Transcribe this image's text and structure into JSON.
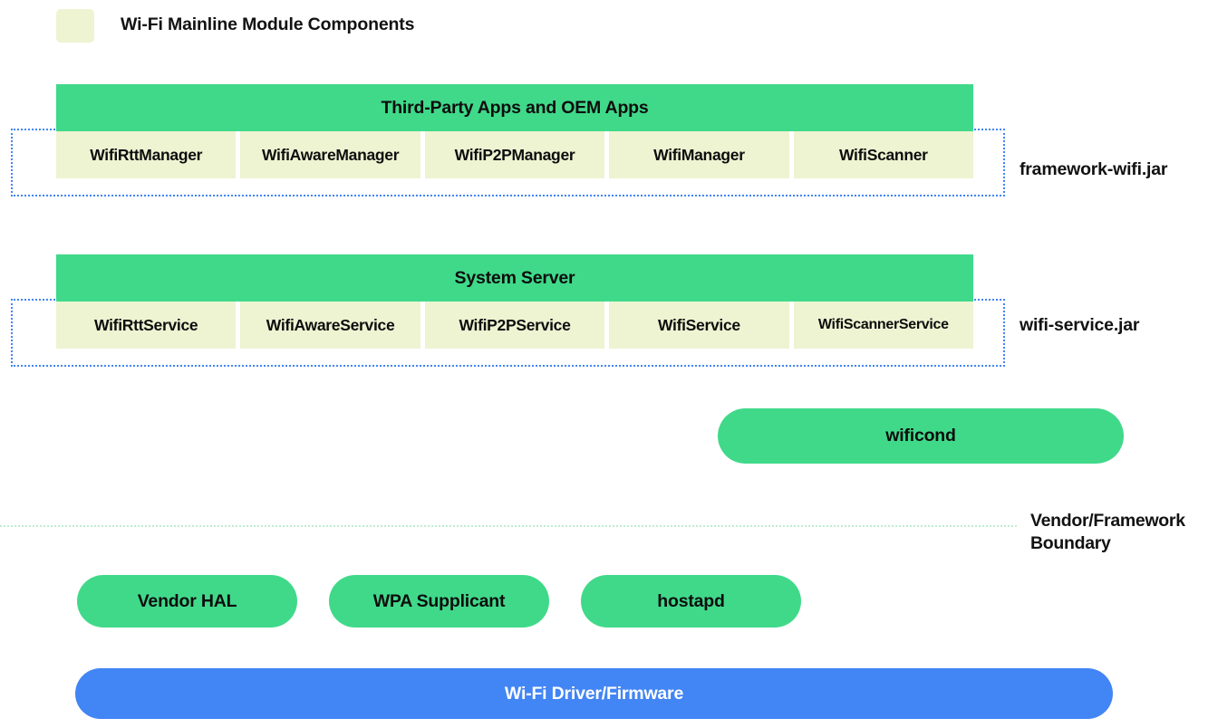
{
  "legend": {
    "swatch_color": "#EEF3D2",
    "label": "Wi-Fi Mainline Module Components"
  },
  "colors": {
    "module_component": "#EEF3D2",
    "green_block": "#40D98A",
    "blue_block": "#4285F4",
    "outline_dotted": "#4285F4",
    "boundary_dotted": "#BFEBD4"
  },
  "layers": {
    "apps": {
      "header": "Third-Party Apps and OEM Apps",
      "tiles": [
        "WifiRttManager",
        "WifiAwareManager",
        "WifiP2PManager",
        "WifiManager",
        "WifiScanner"
      ],
      "jar_label": "framework-wifi.jar"
    },
    "system_server": {
      "header": "System Server",
      "tiles": [
        "WifiRttService",
        "WifiAwareService",
        "WifiP2PService",
        "WifiService",
        "WifiScannerService"
      ],
      "jar_label": "wifi-service.jar"
    }
  },
  "native": {
    "wificond": "wificond"
  },
  "boundary": {
    "label_line1": "Vendor/Framework",
    "label_line2": "Boundary"
  },
  "vendor": {
    "blocks": [
      "Vendor HAL",
      "WPA Supplicant",
      "hostapd"
    ],
    "driver": "Wi-Fi Driver/Firmware"
  }
}
